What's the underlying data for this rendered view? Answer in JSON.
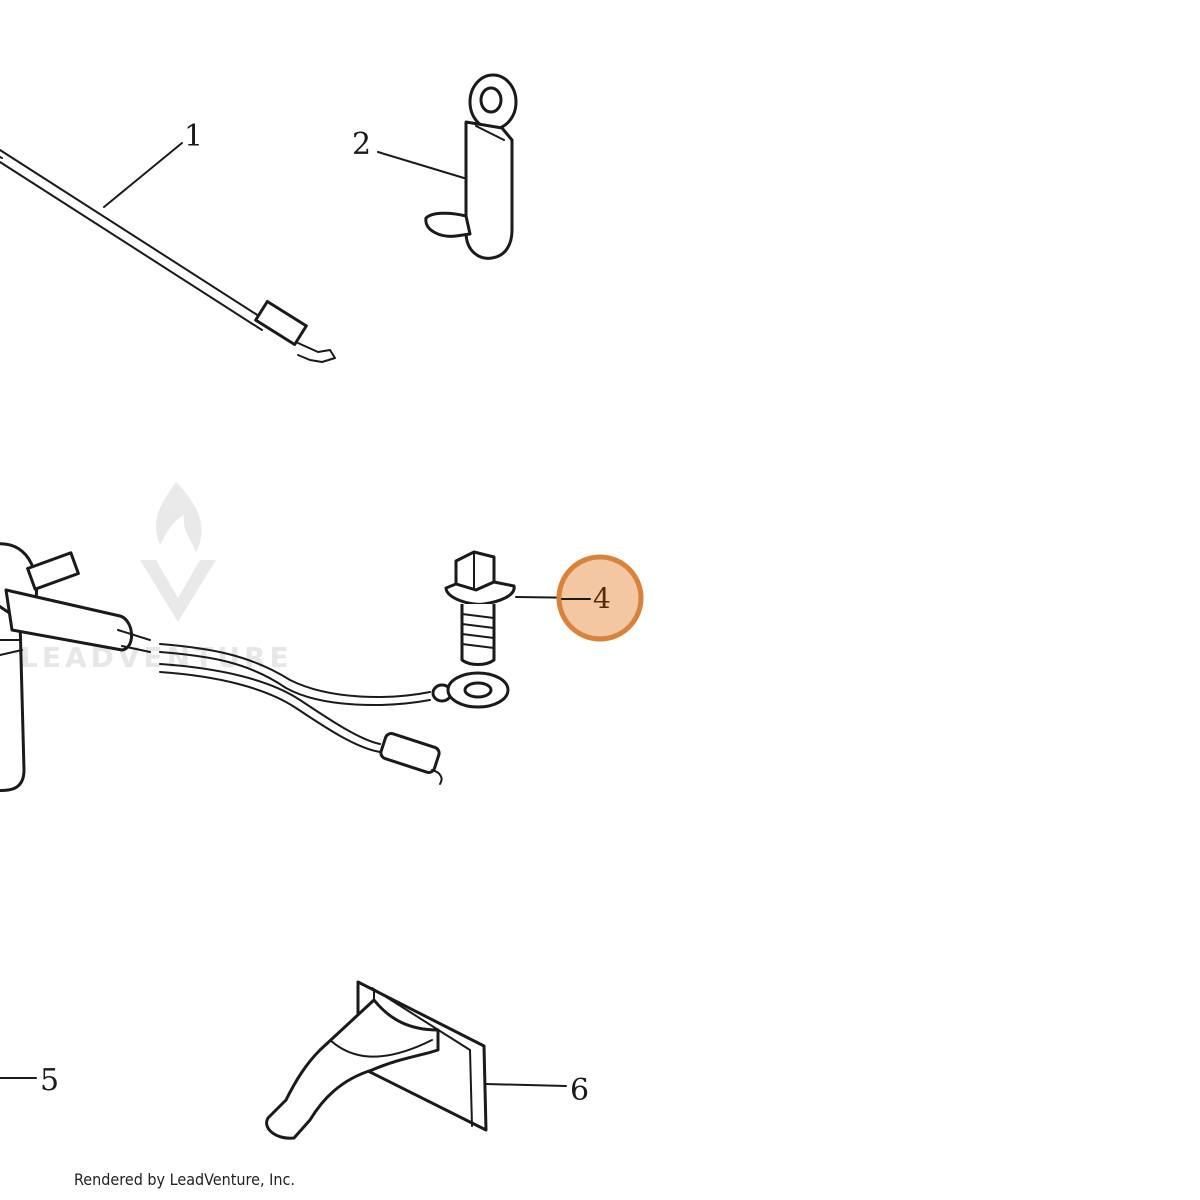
{
  "diagram": {
    "callouts": [
      {
        "id": "1",
        "label": "1"
      },
      {
        "id": "2",
        "label": "2"
      },
      {
        "id": "4",
        "label": "4",
        "highlighted": true
      },
      {
        "id": "5",
        "label": "5"
      },
      {
        "id": "6",
        "label": "6"
      }
    ],
    "highlight_color": "#f2c7a1",
    "highlight_border_color": "#d9823b",
    "line_color": "#1a1a1a"
  },
  "watermark": {
    "text": "LEADVENTURE",
    "color": "#d4d4d4",
    "icon": "flame-v-logo-icon"
  },
  "footer": {
    "credit": "Rendered by LeadVenture, Inc."
  }
}
